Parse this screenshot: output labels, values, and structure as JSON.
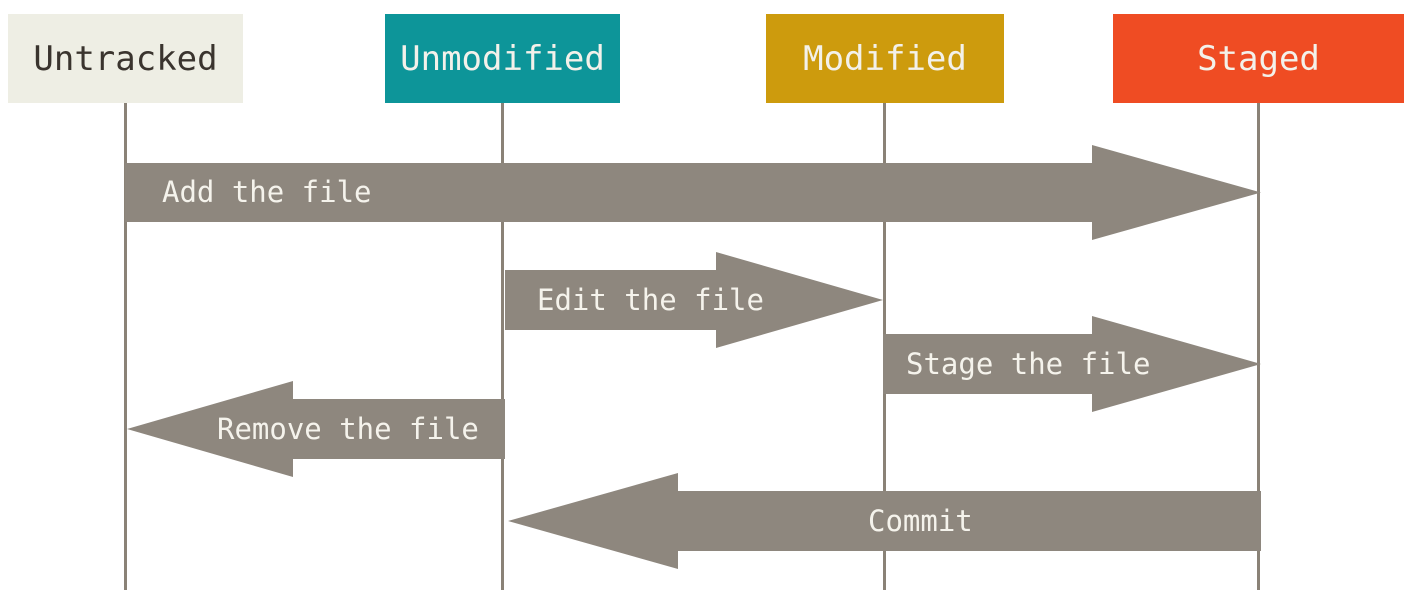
{
  "diagram": {
    "name": "git-file-status-lifecycle",
    "background": "#FFFFFF",
    "arrow_color": "#8E877E",
    "lifeline_color": "#8A8277",
    "arrow_label_color": "#F5F3EC",
    "states": [
      {
        "label": "Untracked",
        "color": "#EEEEE4",
        "text_color": "#3A342E"
      },
      {
        "label": "Unmodified",
        "color": "#0D9599",
        "text_color": "#F3F1EA"
      },
      {
        "label": "Modified",
        "color": "#CD9B0D",
        "text_color": "#F3F1EA"
      },
      {
        "label": "Staged",
        "color": "#EF4C23",
        "text_color": "#F3F1EA"
      }
    ],
    "transitions": [
      {
        "label": "Add the file",
        "from": "Untracked",
        "to": "Staged",
        "direction": "right"
      },
      {
        "label": "Edit the file",
        "from": "Unmodified",
        "to": "Modified",
        "direction": "right"
      },
      {
        "label": "Stage the file",
        "from": "Modified",
        "to": "Staged",
        "direction": "right"
      },
      {
        "label": "Remove the file",
        "from": "Unmodified",
        "to": "Untracked",
        "direction": "left"
      },
      {
        "label": "Commit",
        "from": "Staged",
        "to": "Unmodified",
        "direction": "left"
      }
    ]
  }
}
